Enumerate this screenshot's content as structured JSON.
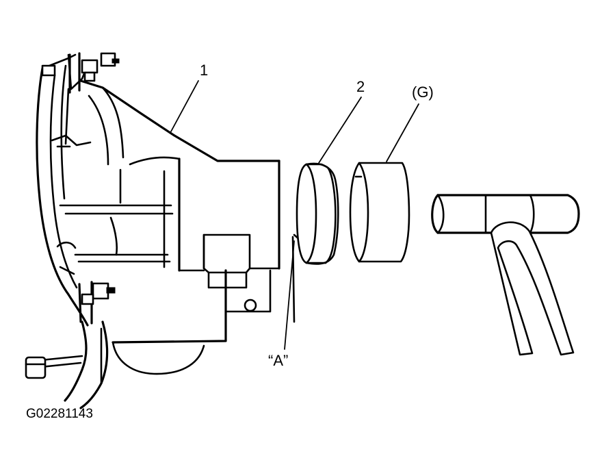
{
  "diagram": {
    "callouts": {
      "part_1": "1",
      "part_2": "2",
      "tool_g": "(G)",
      "point_a": "“A”"
    },
    "figure_id": "G02281143"
  }
}
